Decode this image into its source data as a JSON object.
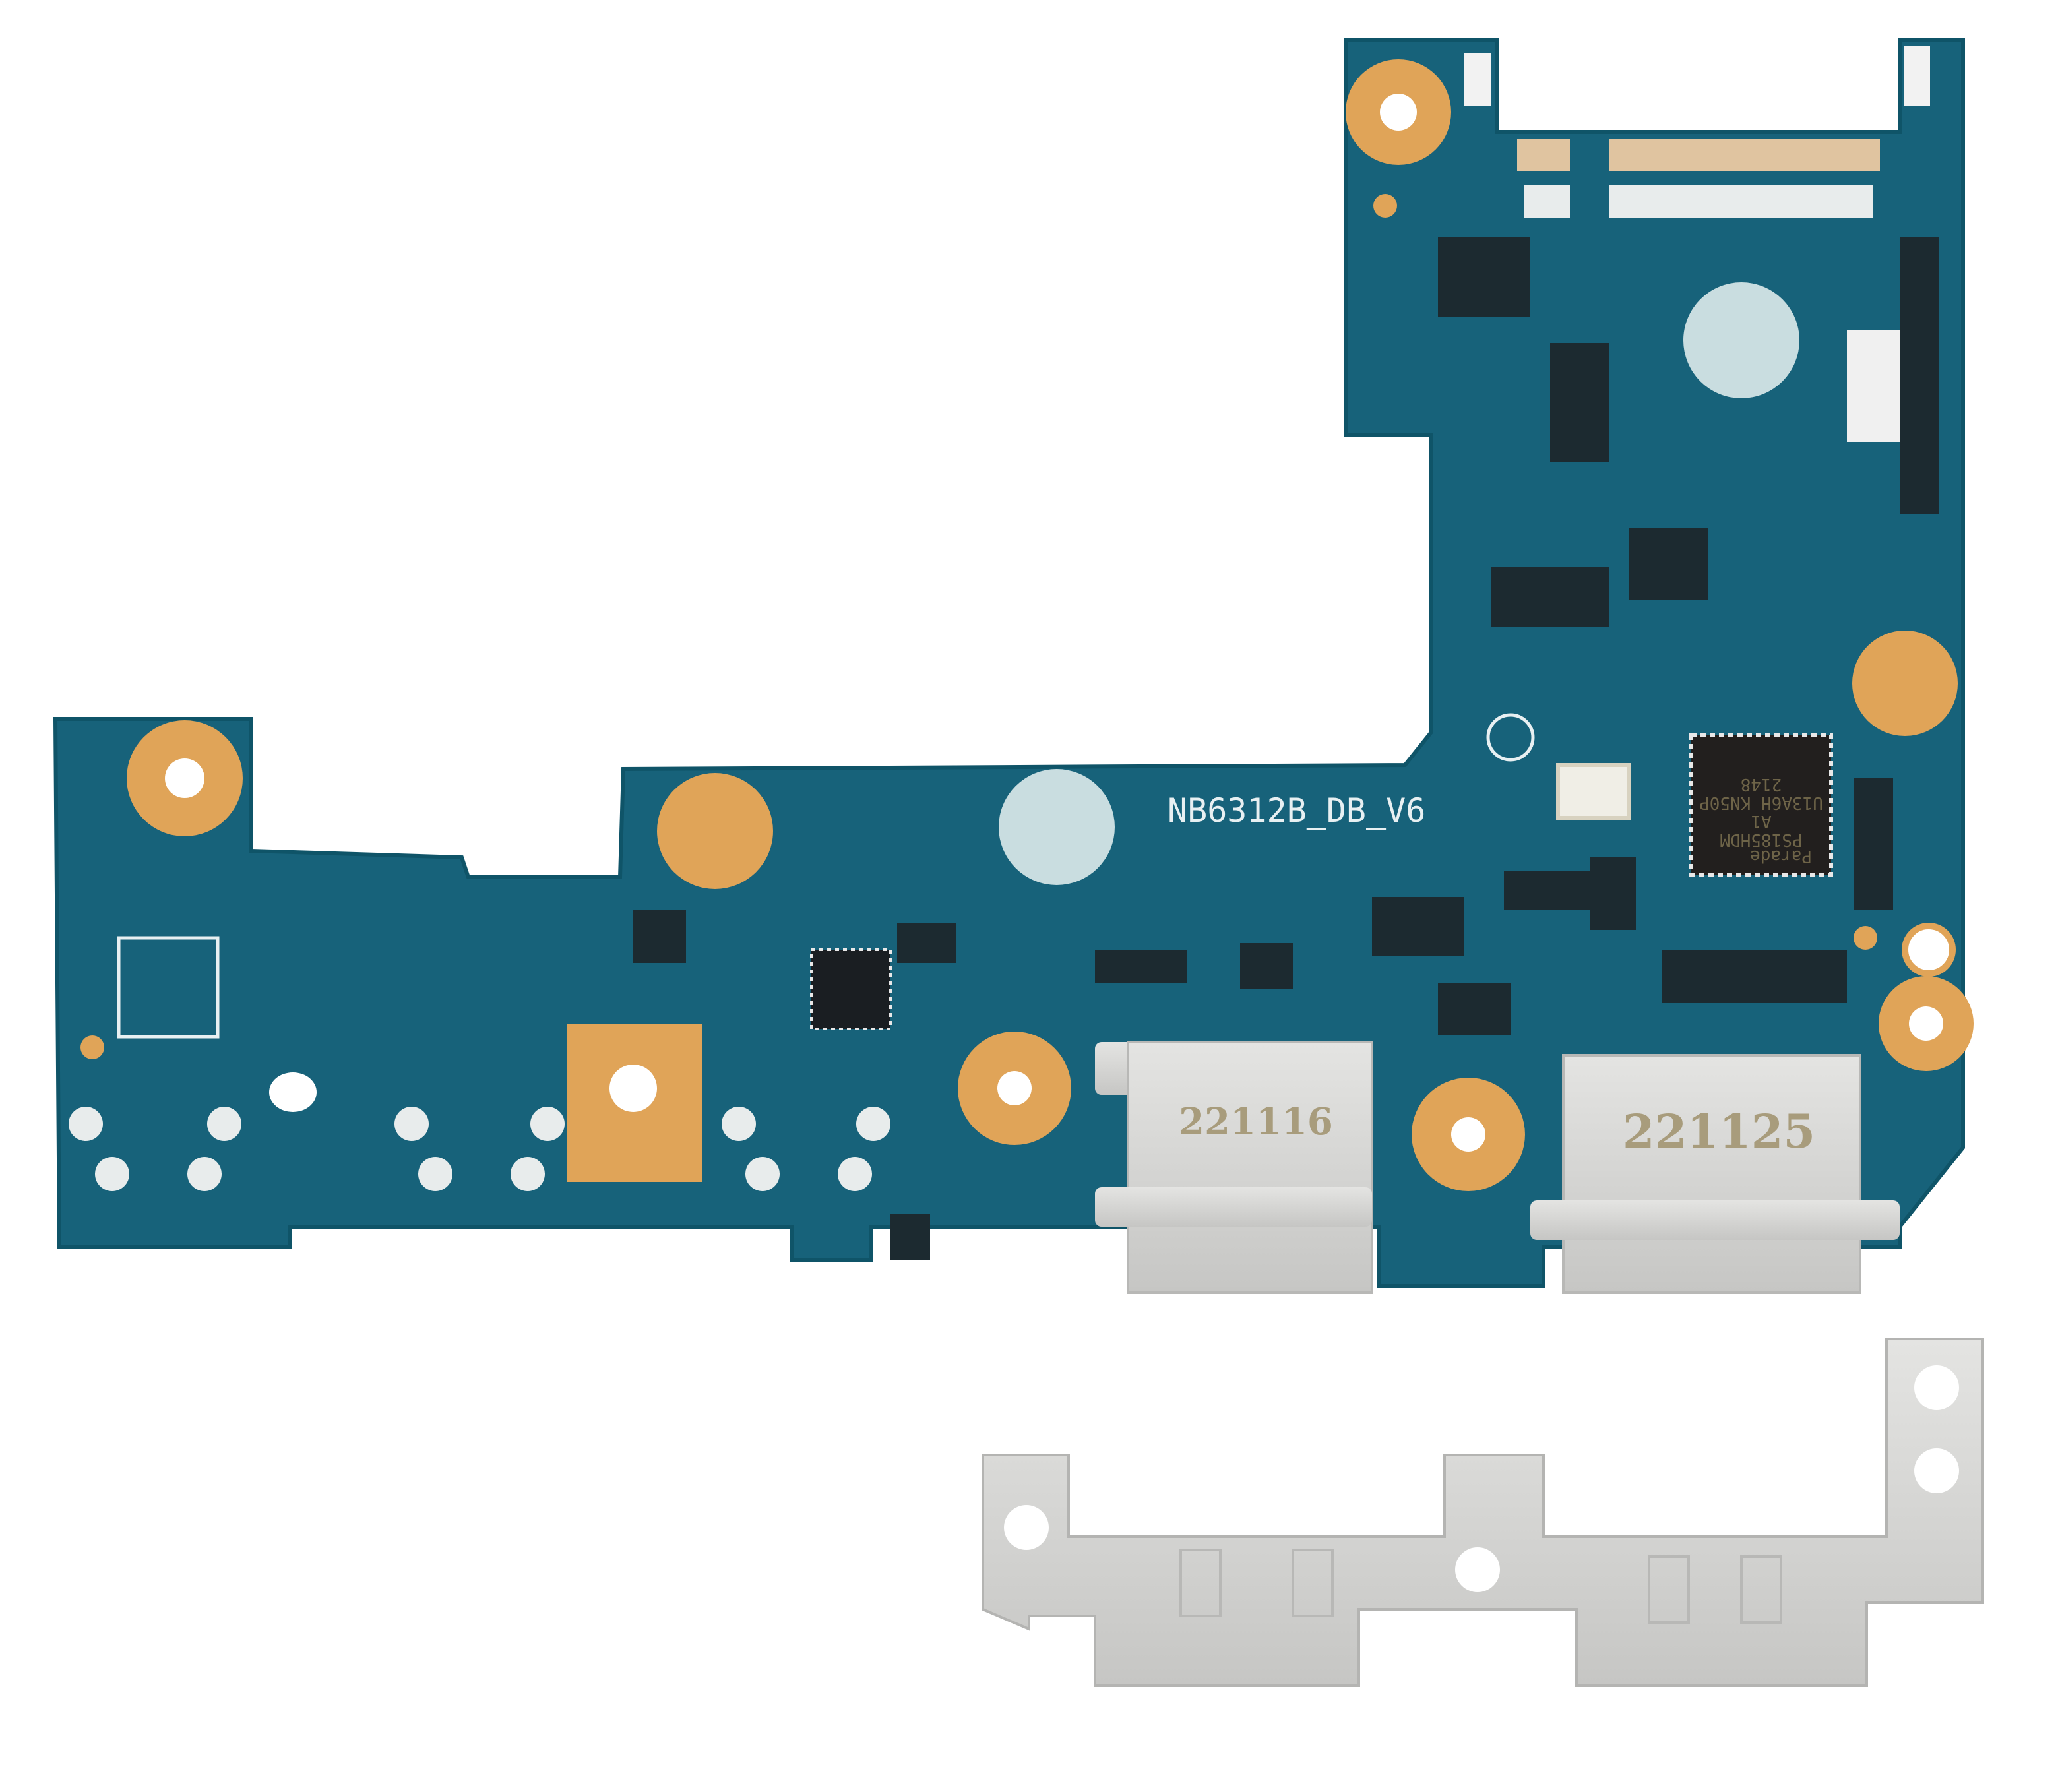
{
  "photo": {
    "board_label": "NB6312B_DB_V6",
    "connector_left_code": "221116",
    "connector_right_code": "221125",
    "main_chip": {
      "brand": "Parade",
      "lines": [
        "PS185HDM",
        "A1",
        "U13A6H KN50P",
        "2148"
      ]
    },
    "colors": {
      "pcb": "#17627a",
      "pcb_edge": "#0f5468",
      "pad_gold": "#e0a458",
      "metal": "#d6d6d4",
      "background": "#ffffff"
    }
  }
}
